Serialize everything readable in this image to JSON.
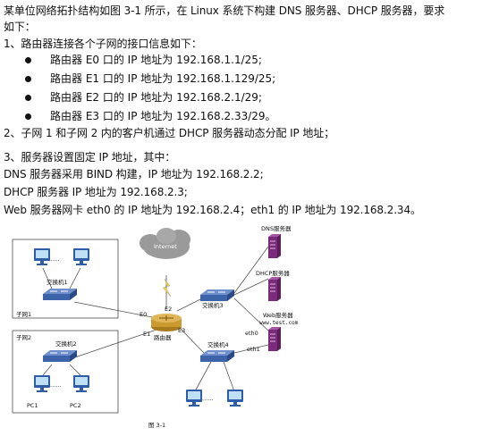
{
  "text": {
    "intro1": "某单位网络拓扑结构如图 3-1 所示，在 Linux 系统下构建 DNS 服务器、DHCP 服务器，要求",
    "intro2": "如下：",
    "item1": "1、路由器连接各个子网的接口信息如下：",
    "bullets": [
      "路由器 E0 口的 IP 地址为 192.168.1.1/25;",
      "路由器 E1 口的 IP 地址为 192.168.1.129/25;",
      "路由器 E2 口的 IP 地址为 192.168.2.1/29;",
      "路由器 E3 口的 IP 地址为 192.168.2.33/29。"
    ],
    "item2": "2、子网 1 和子网 2 内的客户机通过 DHCP 服务器动态分配 IP 地址；",
    "item3": "3、服务器设置固定 IP 地址，其中：",
    "dns": "DNS 服务器采用 BIND 构建，IP 地址为 192.168.2.2;",
    "dhcp": "DHCP 服务器 IP 地址为 192.168.2.3;",
    "web": "Web 服务器网卡 eth0 的 IP 地址为 192.168.2.4；eth1 的 IP 地址为 192.168.2.34。"
  },
  "diagram": {
    "internet": "Internet",
    "router": "路由器",
    "switch1": "交换机1",
    "switch2": "交换机2",
    "switch3": "交换机3",
    "switch4": "交换机4",
    "subnet1": "子网1",
    "subnet2": "子网2",
    "dns_server": "DNS服务器",
    "dhcp_server": "DHCP服务器",
    "web_server": "Web服务器",
    "web_host": "www.test.com",
    "e0": "E0",
    "e1": "E1",
    "e2": "E2",
    "e3": "E3",
    "eth0": "eth0",
    "eth1": "eth1",
    "pc1": "PC1",
    "pc2": "PC2",
    "dots": "......",
    "caption": "图 3-1"
  },
  "colors": {
    "switch": "#3d63a8",
    "monitor": "#2f5da8",
    "screen": "#bfe0f6",
    "server": "#7a2b7a",
    "router": "#c99a2e",
    "cloud": "#8e8e8e"
  }
}
